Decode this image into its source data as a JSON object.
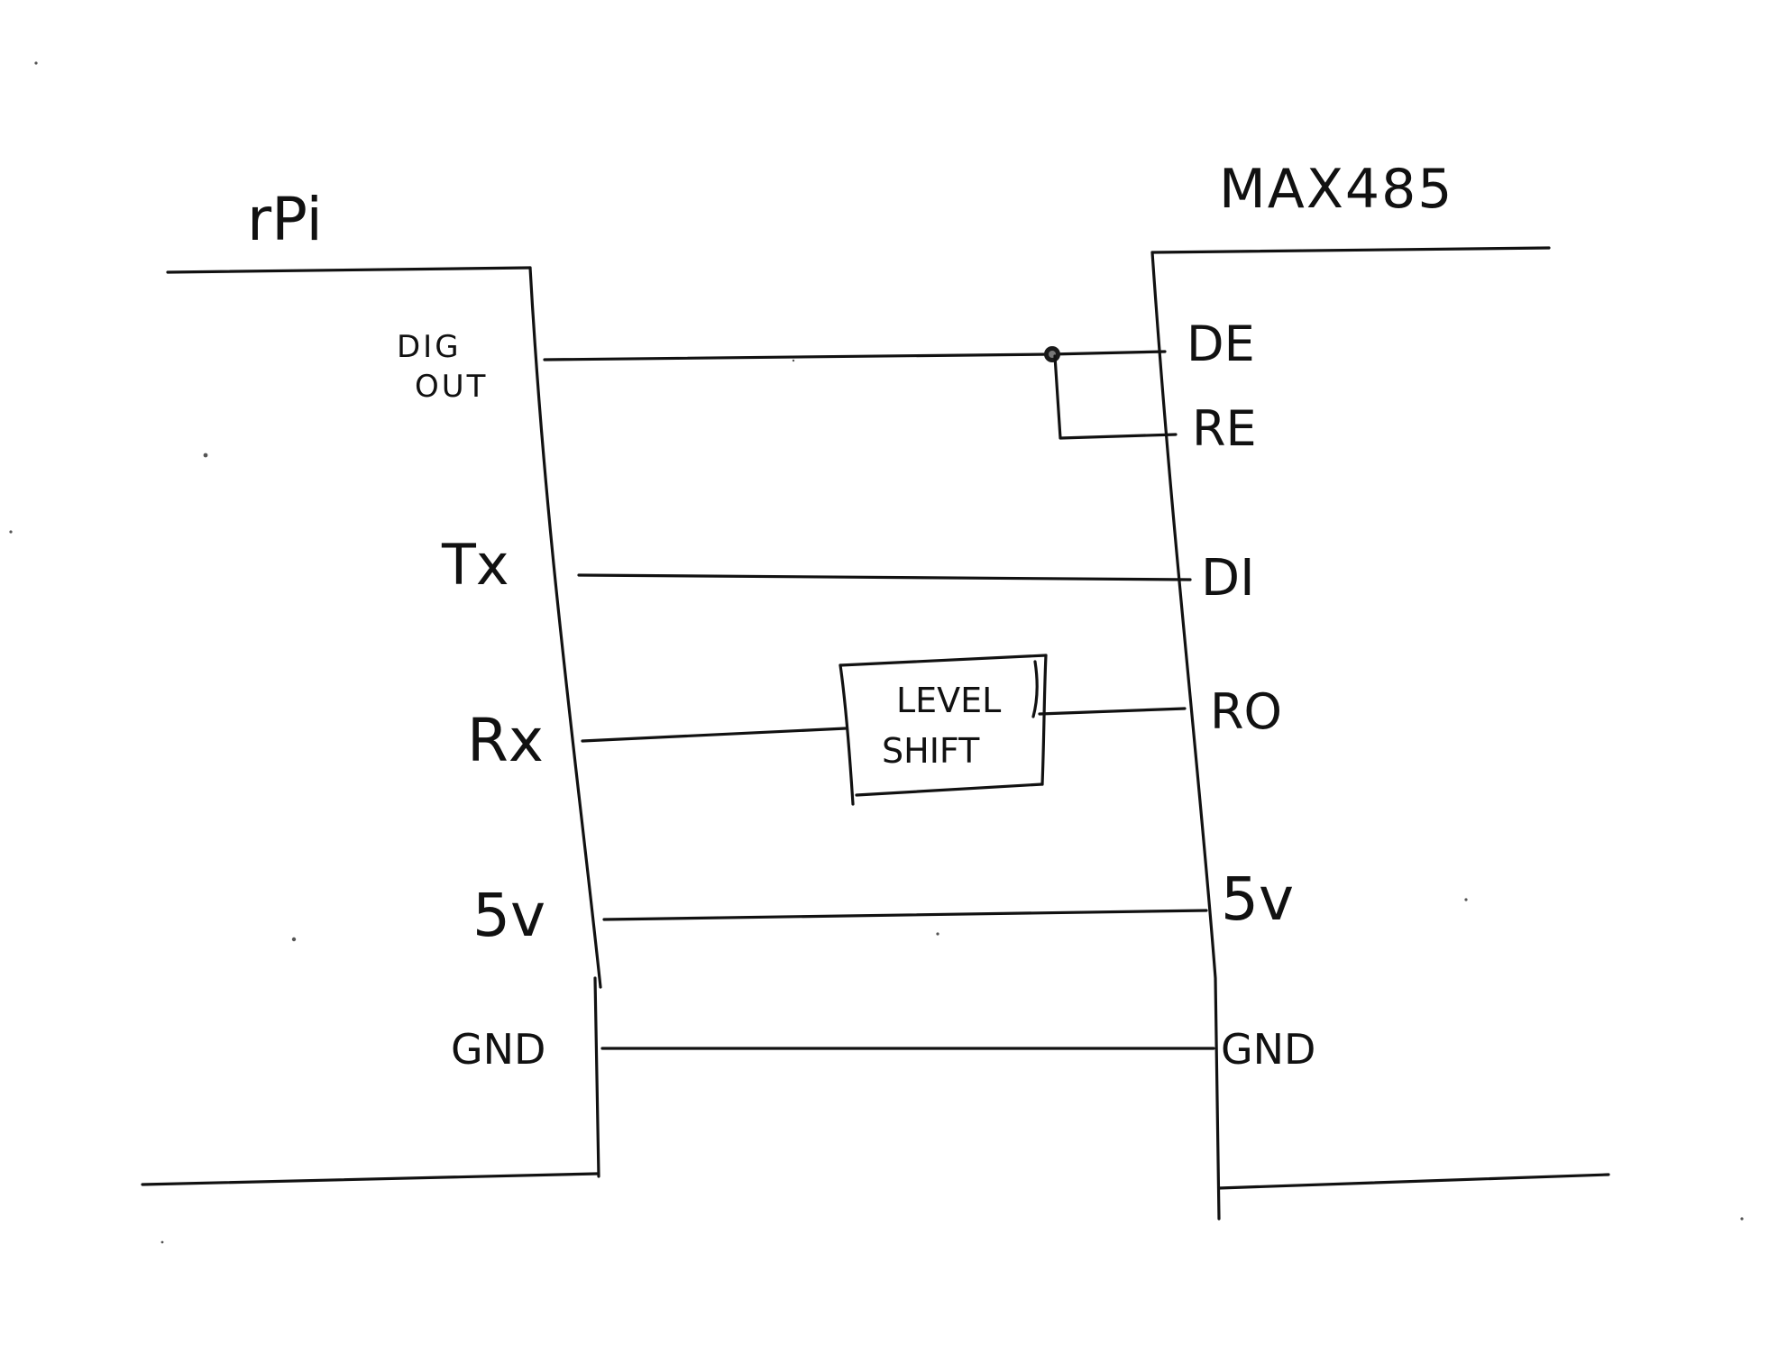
{
  "left_device": {
    "title": "rPi",
    "pins": {
      "dig_out_line1": "DIG",
      "dig_out_line2": "OUT",
      "tx": "Tx",
      "rx": "Rx",
      "v5": "5v",
      "gnd": "GND"
    }
  },
  "right_device": {
    "title": "MAX485",
    "pins": {
      "de": "DE",
      "re": "RE",
      "di": "DI",
      "ro": "RO",
      "v5": "5v",
      "gnd": "GND"
    }
  },
  "level_shifter": {
    "line1": "LEVEL",
    "line2": "SHIFT"
  }
}
